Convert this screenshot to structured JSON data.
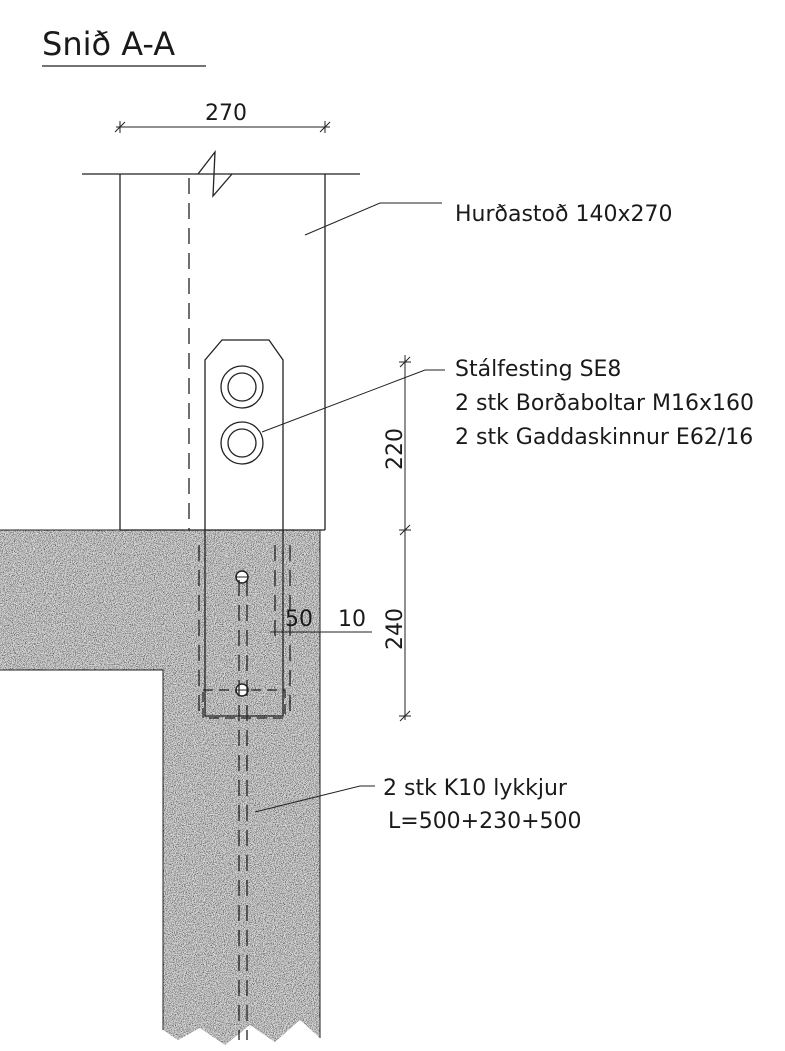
{
  "title": "Snið A-A",
  "dimensions": {
    "width": "270",
    "plate_height": "220",
    "embed_depth": "240",
    "edge_dist": "50",
    "cover": "10"
  },
  "labels": {
    "post": "Hurðastoð 140x270",
    "bracket_line1": "Stálfesting SE8",
    "bracket_line2": "2 stk Borðaboltar M16x160",
    "bracket_line3": "2 stk Gaddaskinnur E62/16",
    "rebar_line1": "2 stk K10 lykkjur",
    "rebar_line2": "L=500+230+500"
  },
  "colors": {
    "line": "#222222",
    "concrete_base": "#bdbdbd"
  }
}
